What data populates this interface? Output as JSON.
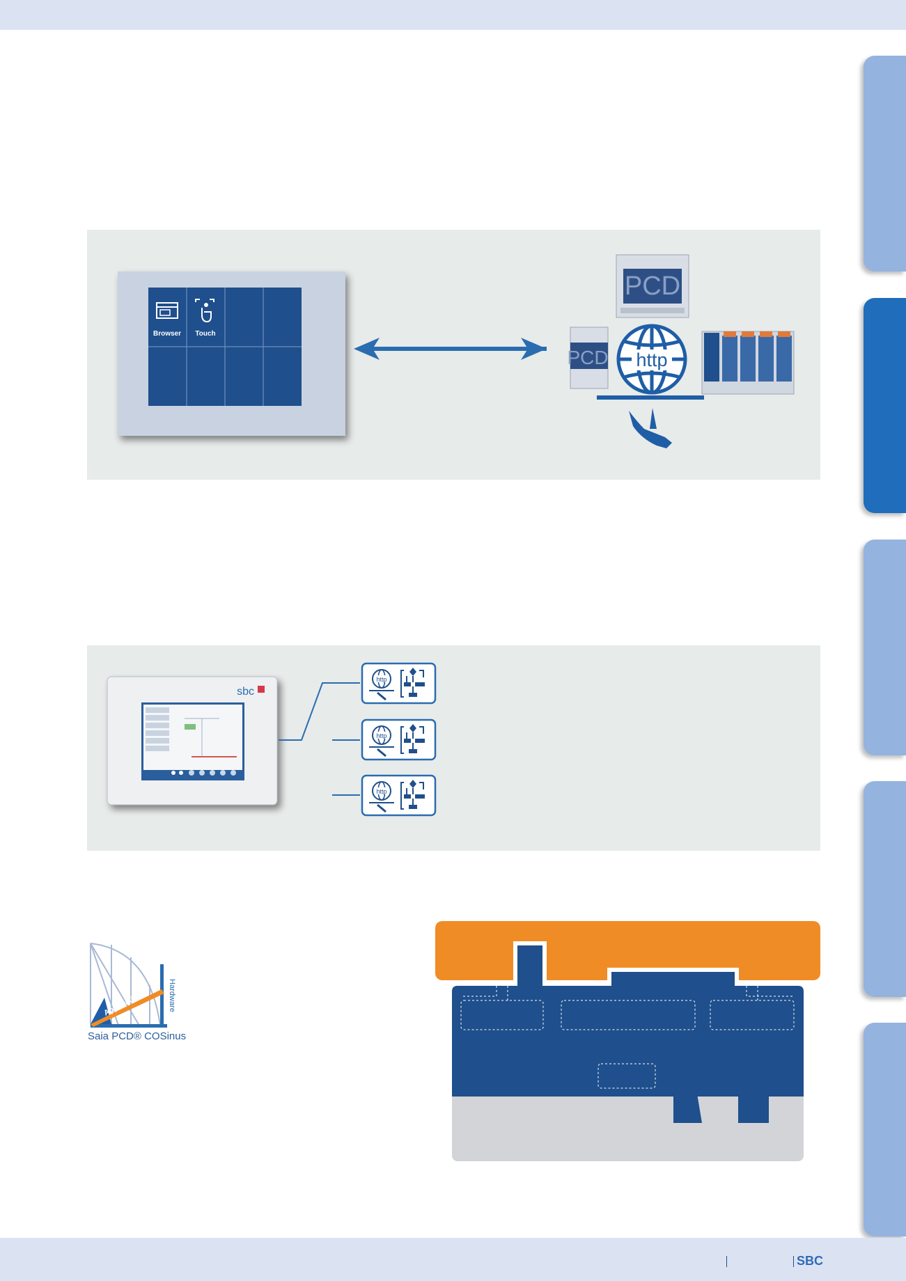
{
  "page": {
    "footer_brand": "SBC"
  },
  "diagram1": {
    "screen_tiles": [
      {
        "label": "Browser",
        "icon": "browser-window-icon"
      },
      {
        "label": "Touch",
        "icon": "touch-hand-icon"
      }
    ],
    "pcd_label": "PCD",
    "pcd_small_label": "PCD",
    "http_label": "http"
  },
  "diagram2": {
    "hmi_brand": "sbc",
    "node_icon": "http-globe-and-flowchart-icon",
    "http_label": "http"
  },
  "cosinus_logo": {
    "caption": "Saia PCD® COSinus",
    "application_label": "Application",
    "hardware_label": "Hardware"
  },
  "colors": {
    "dark_blue": "#1f4f8c",
    "mid_blue": "#2a6cb0",
    "orange": "#f08c25",
    "panel_grey": "#e7ebea",
    "side_tab": "#94b3df",
    "side_tab_active": "#1f6dbb"
  }
}
